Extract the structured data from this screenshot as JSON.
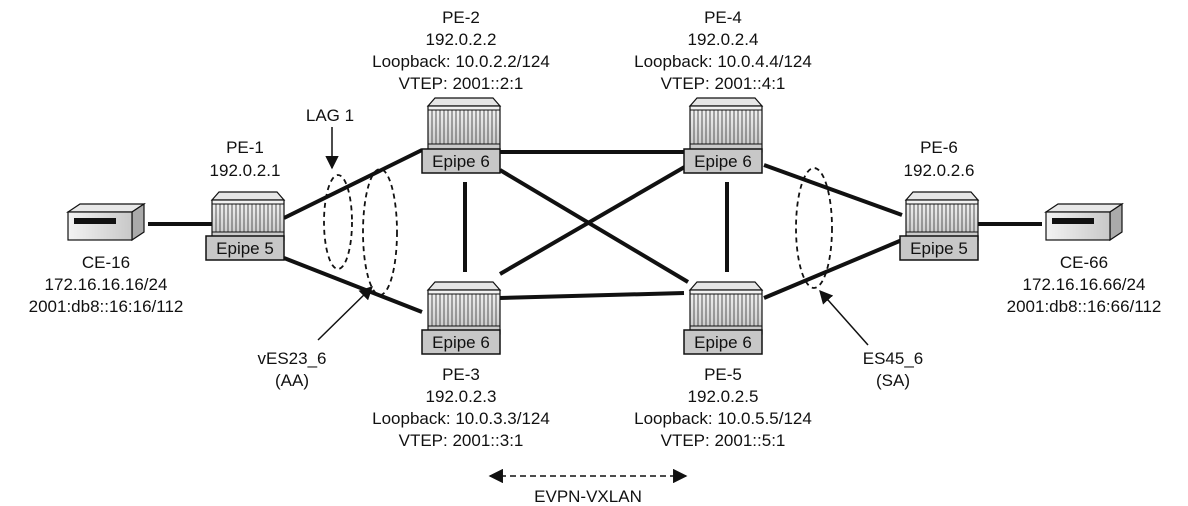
{
  "routers": {
    "pe1": {
      "name": "PE-1",
      "ip": "192.0.2.1",
      "service": "Epipe 5"
    },
    "pe2": {
      "name": "PE-2",
      "ip": "192.0.2.2",
      "loopback": "Loopback: 10.0.2.2/124",
      "vtep": "VTEP: 2001::2:1",
      "service": "Epipe 6"
    },
    "pe3": {
      "name": "PE-3",
      "ip": "192.0.2.3",
      "loopback": "Loopback: 10.0.3.3/124",
      "vtep": "VTEP: 2001::3:1",
      "service": "Epipe 6"
    },
    "pe4": {
      "name": "PE-4",
      "ip": "192.0.2.4",
      "loopback": "Loopback: 10.0.4.4/124",
      "vtep": "VTEP: 2001::4:1",
      "service": "Epipe 6"
    },
    "pe5": {
      "name": "PE-5",
      "ip": "192.0.2.5",
      "loopback": "Loopback: 10.0.5.5/124",
      "vtep": "VTEP: 2001::5:1",
      "service": "Epipe 6"
    },
    "pe6": {
      "name": "PE-6",
      "ip": "192.0.2.6",
      "service": "Epipe 5"
    }
  },
  "ces": {
    "ce16": {
      "name": "CE-16",
      "ipv4": "172.16.16.16/24",
      "ipv6": "2001:db8::16:16/112"
    },
    "ce66": {
      "name": "CE-66",
      "ipv4": "172.16.16.66/24",
      "ipv6": "2001:db8::16:66/112"
    }
  },
  "annotations": {
    "lag": "LAG 1",
    "ves_name": "vES23_6",
    "ves_mode": "(AA)",
    "es_name": "ES45_6",
    "es_mode": "(SA)",
    "legend": "EVPN-VXLAN"
  }
}
